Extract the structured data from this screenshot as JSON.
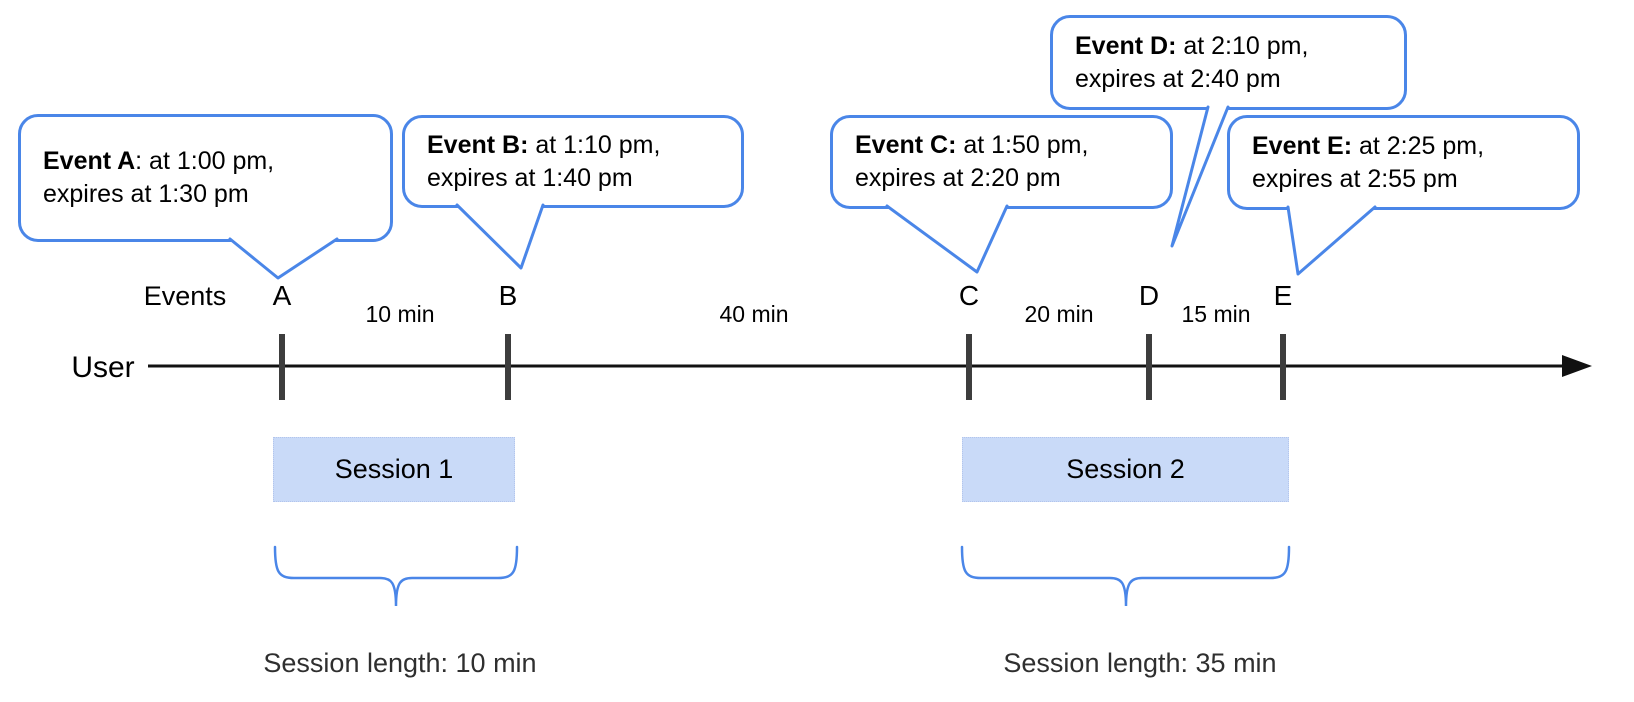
{
  "title": "Events and sessions timeline diagram",
  "colors": {
    "bubble_border": "#4a86e8",
    "brace": "#4a86e8",
    "session_fill": "#c9daf8",
    "tick": "#3d3d3d",
    "axis": "#111111"
  },
  "bubbles": [
    {
      "id": "A",
      "bold": "Event A",
      "rest": ": at 1:00 pm,",
      "line2": "expires at 1:30 pm"
    },
    {
      "id": "B",
      "bold": "Event B:",
      "rest": " at 1:10 pm,",
      "line2": "expires at 1:40 pm"
    },
    {
      "id": "C",
      "bold": "Event C:",
      "rest": " at 1:50 pm,",
      "line2": "expires at 2:20 pm"
    },
    {
      "id": "D",
      "bold": "Event D:",
      "rest": " at 2:10 pm,",
      "line2": "expires at 2:40 pm"
    },
    {
      "id": "E",
      "bold": "Event E:",
      "rest": " at 2:25 pm,",
      "line2": "expires at 2:55 pm"
    }
  ],
  "timeline": {
    "axis_label": "User",
    "events_label": "Events",
    "ticks": [
      "A",
      "B",
      "C",
      "D",
      "E"
    ],
    "intervals": [
      "10 min",
      "40 min",
      "20 min",
      "15 min"
    ]
  },
  "sessions": [
    {
      "label": "Session 1",
      "length_label": "Session length: 10 min"
    },
    {
      "label": "Session 2",
      "length_label": "Session length: 35 min"
    }
  ]
}
